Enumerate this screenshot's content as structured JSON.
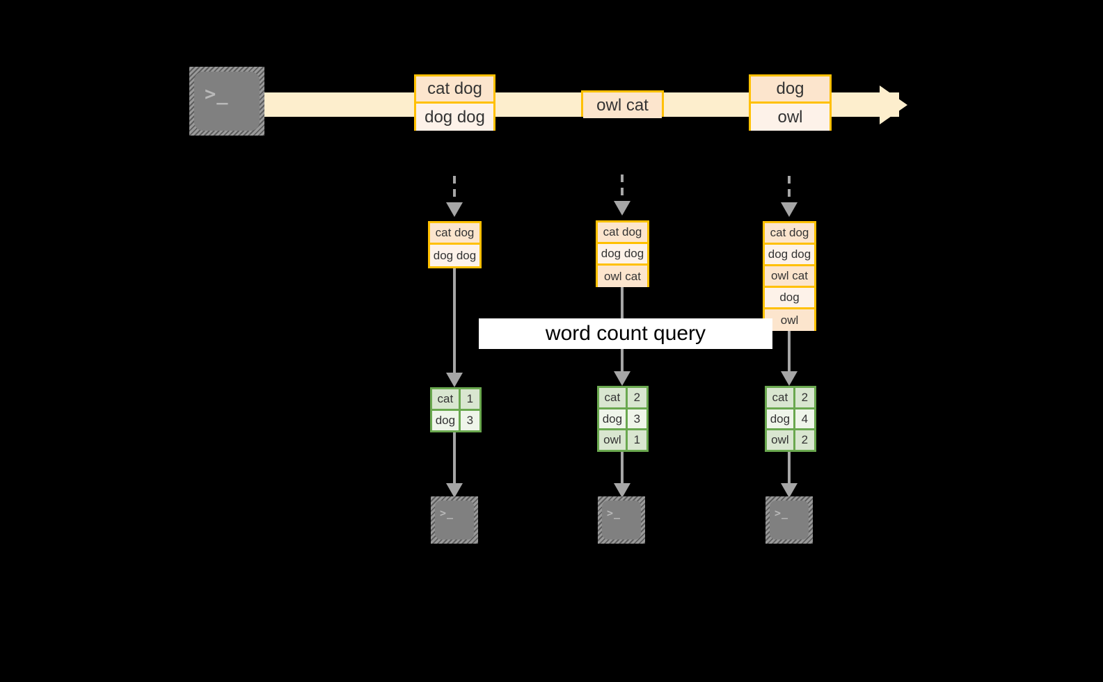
{
  "diagram": {
    "title": "word count query",
    "colors": {
      "background": "#000000",
      "event_border": "#ffc000",
      "event_fill_light": "#fdf2e9",
      "event_fill_dark": "#fce5cd",
      "stream_band": "#fdeecd",
      "result_border": "#6aa84f",
      "result_fill_dark": "#d9e6d0",
      "result_fill_light": "#eff5ea",
      "connector": "#a6a6a6",
      "terminal": "#808080",
      "banner_fill": "#ffffff",
      "text": "#333333"
    }
  },
  "source": {
    "icon": "terminal-icon",
    "glyph": ">_"
  },
  "stream": {
    "events": [
      {
        "id": "event-group-1",
        "rows": [
          "cat dog",
          "dog dog"
        ]
      },
      {
        "id": "event-group-2",
        "rows": [
          "owl cat"
        ]
      },
      {
        "id": "event-group-3",
        "rows": [
          "dog",
          "owl"
        ]
      }
    ]
  },
  "snapshots": [
    {
      "id": "snapshot-1",
      "rows": [
        "cat dog",
        "dog dog"
      ]
    },
    {
      "id": "snapshot-2",
      "rows": [
        "cat dog",
        "dog dog",
        "owl cat"
      ]
    },
    {
      "id": "snapshot-3",
      "rows": [
        "cat dog",
        "dog dog",
        "owl cat",
        "dog",
        "owl"
      ]
    }
  ],
  "results": [
    {
      "id": "result-1",
      "rows": [
        {
          "word": "cat",
          "count": "1"
        },
        {
          "word": "dog",
          "count": "3"
        }
      ]
    },
    {
      "id": "result-2",
      "rows": [
        {
          "word": "cat",
          "count": "2"
        },
        {
          "word": "dog",
          "count": "3"
        },
        {
          "word": "owl",
          "count": "1"
        }
      ]
    },
    {
      "id": "result-3",
      "rows": [
        {
          "word": "cat",
          "count": "2"
        },
        {
          "word": "dog",
          "count": "4"
        },
        {
          "word": "owl",
          "count": "2"
        }
      ]
    }
  ],
  "sinks": [
    {
      "id": "sink-1",
      "icon": "terminal-icon",
      "glyph": ">_"
    },
    {
      "id": "sink-2",
      "icon": "terminal-icon",
      "glyph": ">_"
    },
    {
      "id": "sink-3",
      "icon": "terminal-icon",
      "glyph": ">_"
    }
  ]
}
